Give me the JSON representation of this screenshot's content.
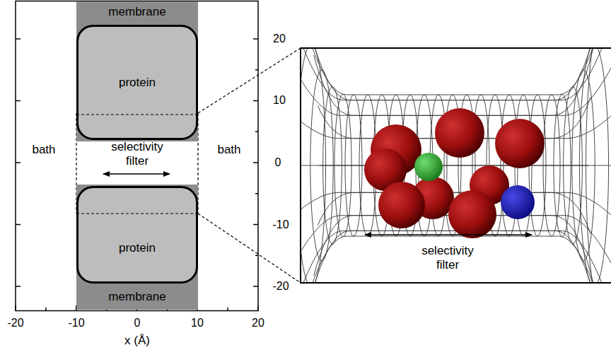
{
  "diagram": {
    "nodes": [
      {
        "text": [
          "membrane"
        ]
      },
      {
        "text": [
          "protein"
        ],
        "in": 0
      },
      {
        "text": [
          "membrane"
        ]
      },
      {
        "text": [
          "protein"
        ],
        "in": 2
      }
    ],
    "labels": [
      "bath",
      "selectivity filter",
      "bath",
      "-20",
      "-10",
      "0",
      "10",
      "20",
      "x (Å)",
      "20",
      "10",
      "0",
      "-10",
      "-20",
      "selectivity filter"
    ]
  }
}
